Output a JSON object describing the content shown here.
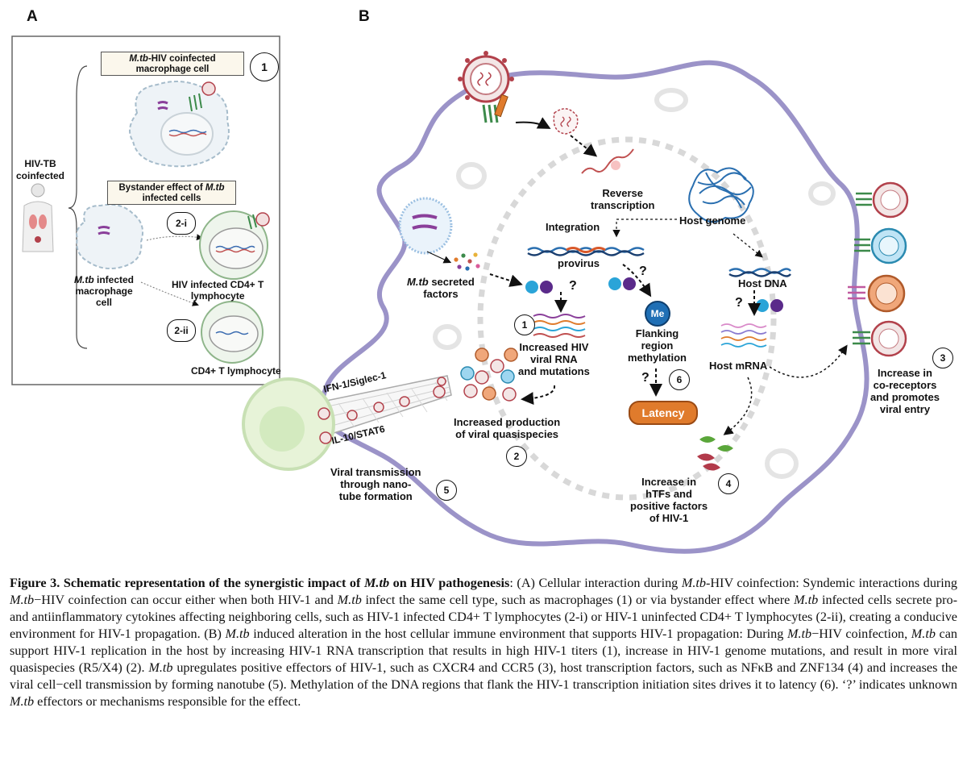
{
  "panels": {
    "a": "A",
    "b": "B"
  },
  "panel_a": {
    "box1_tb": "M.tb",
    "box1_rest": "-HIV coinfected",
    "box1_line2": "macrophage cell",
    "num1": "1",
    "hiv_tb_line1": "HIV-TB",
    "hiv_tb_line2": "coinfected",
    "box2_line1_pre": "Bystander effect of ",
    "box2_tb": "M.tb",
    "box2_line2": "infected cells",
    "num2i": "2-i",
    "num2ii": "2-ii",
    "infected_tb": "M.tb",
    "infected_rest": " infected",
    "infected_line2": "macrophage",
    "infected_line3": "cell",
    "hiv_cd4_line1": "HIV infected CD4+ T",
    "hiv_cd4_line2": "lymphocyte",
    "cd4": "CD4+ T lymphocyte"
  },
  "panel_b": {
    "reverse_line1": "Reverse",
    "reverse_line2": "transcription",
    "integration": "Integration",
    "host_genome": "Host genome",
    "provirus": "provirus",
    "secreted_tb": "M.tb",
    "secreted_rest": " secreted",
    "secreted_line2": "factors",
    "host_dna": "Host DNA",
    "host_mrna": "Host mRNA",
    "increased_hiv_line1": "Increased HIV",
    "increased_hiv_line2": "viral RNA",
    "increased_hiv_line3": "and mutations",
    "flanking_line1": "Flanking",
    "flanking_line2": "region",
    "flanking_line3": "methylation",
    "me": "Me",
    "latency": "Latency",
    "production_line1": "Increased production",
    "production_line2": "of viral quasispecies",
    "ifn": "IFN-1/Siglec-1",
    "il10": "IL-10/STAT6",
    "viral_line1": "Viral transmission",
    "viral_line2": "through nano-",
    "viral_line3": "tube formation",
    "coreceptors_line1": "Increase in",
    "coreceptors_line2": "co-receptors",
    "coreceptors_line3": "and promotes",
    "coreceptors_line4": "viral entry",
    "htfs_line1": "Increase in",
    "htfs_line2": "hTFs and",
    "htfs_line3": "positive factors",
    "htfs_line4": "of HIV-1",
    "n1": "1",
    "n2": "2",
    "n3": "3",
    "n4": "4",
    "n5": "5",
    "n6": "6",
    "q": "?"
  },
  "caption": {
    "head1": "Figure 3. Schematic representation of the synergistic impact of ",
    "head_tb": "M.tb",
    "head2": " on HIV pathogenesis",
    "p01": ": (A) Cellular interaction during ",
    "t01": "M.tb",
    "p02": "-HIV coinfection: Syndemic interactions during ",
    "t02": "M.tb",
    "p03": "−HIV coinfection can occur either when both HIV-1 and ",
    "t03": "M.tb",
    "p04": " infect the same cell type, such as macrophages (1) or via bystander effect where ",
    "t04": "M.tb",
    "p05": " infected cells secrete pro- and antiinflammatory cytokines affecting neighboring cells, such as HIV-1 infected CD4+ T lymphocytes (2-i) or HIV-1 uninfected CD4+ T lymphocytes (2-ii), creating a conducive environment for HIV-1 propagation. (B) ",
    "t05": "M.tb",
    "p06": " induced alteration in the host cellular immune environment that supports HIV-1 propagation: During ",
    "t06": "M.tb",
    "p07": "−HIV coinfection, ",
    "t07": "M.tb",
    "p08": " can support HIV-1 replication in the host by increasing HIV-1 RNA transcription that results in high HIV-1 titers (1), increase in HIV-1 genome mutations, and result in more viral quasispecies (R5/X4) (2). ",
    "t08": "M.tb",
    "p09": " upregulates positive effectors of HIV-1, such as CXCR4 and CCR5 (3), host transcription factors, such as NFκB and ZNF134 (4) and increases the viral cell−cell transmission by forming nanotube (5). Methylation of the DNA regions that flank the HIV-1 transcription initiation sites drives it to latency (6). ‘?’ indicates unknown ",
    "t09": "M.tb",
    "p10": " effectors or mechanisms responsible for the effect."
  },
  "colors": {
    "membrane": "#9b93c8",
    "nucleus_dots": "#d8d8d8",
    "virus": "#b2414b",
    "latency": "#e07b2c"
  }
}
